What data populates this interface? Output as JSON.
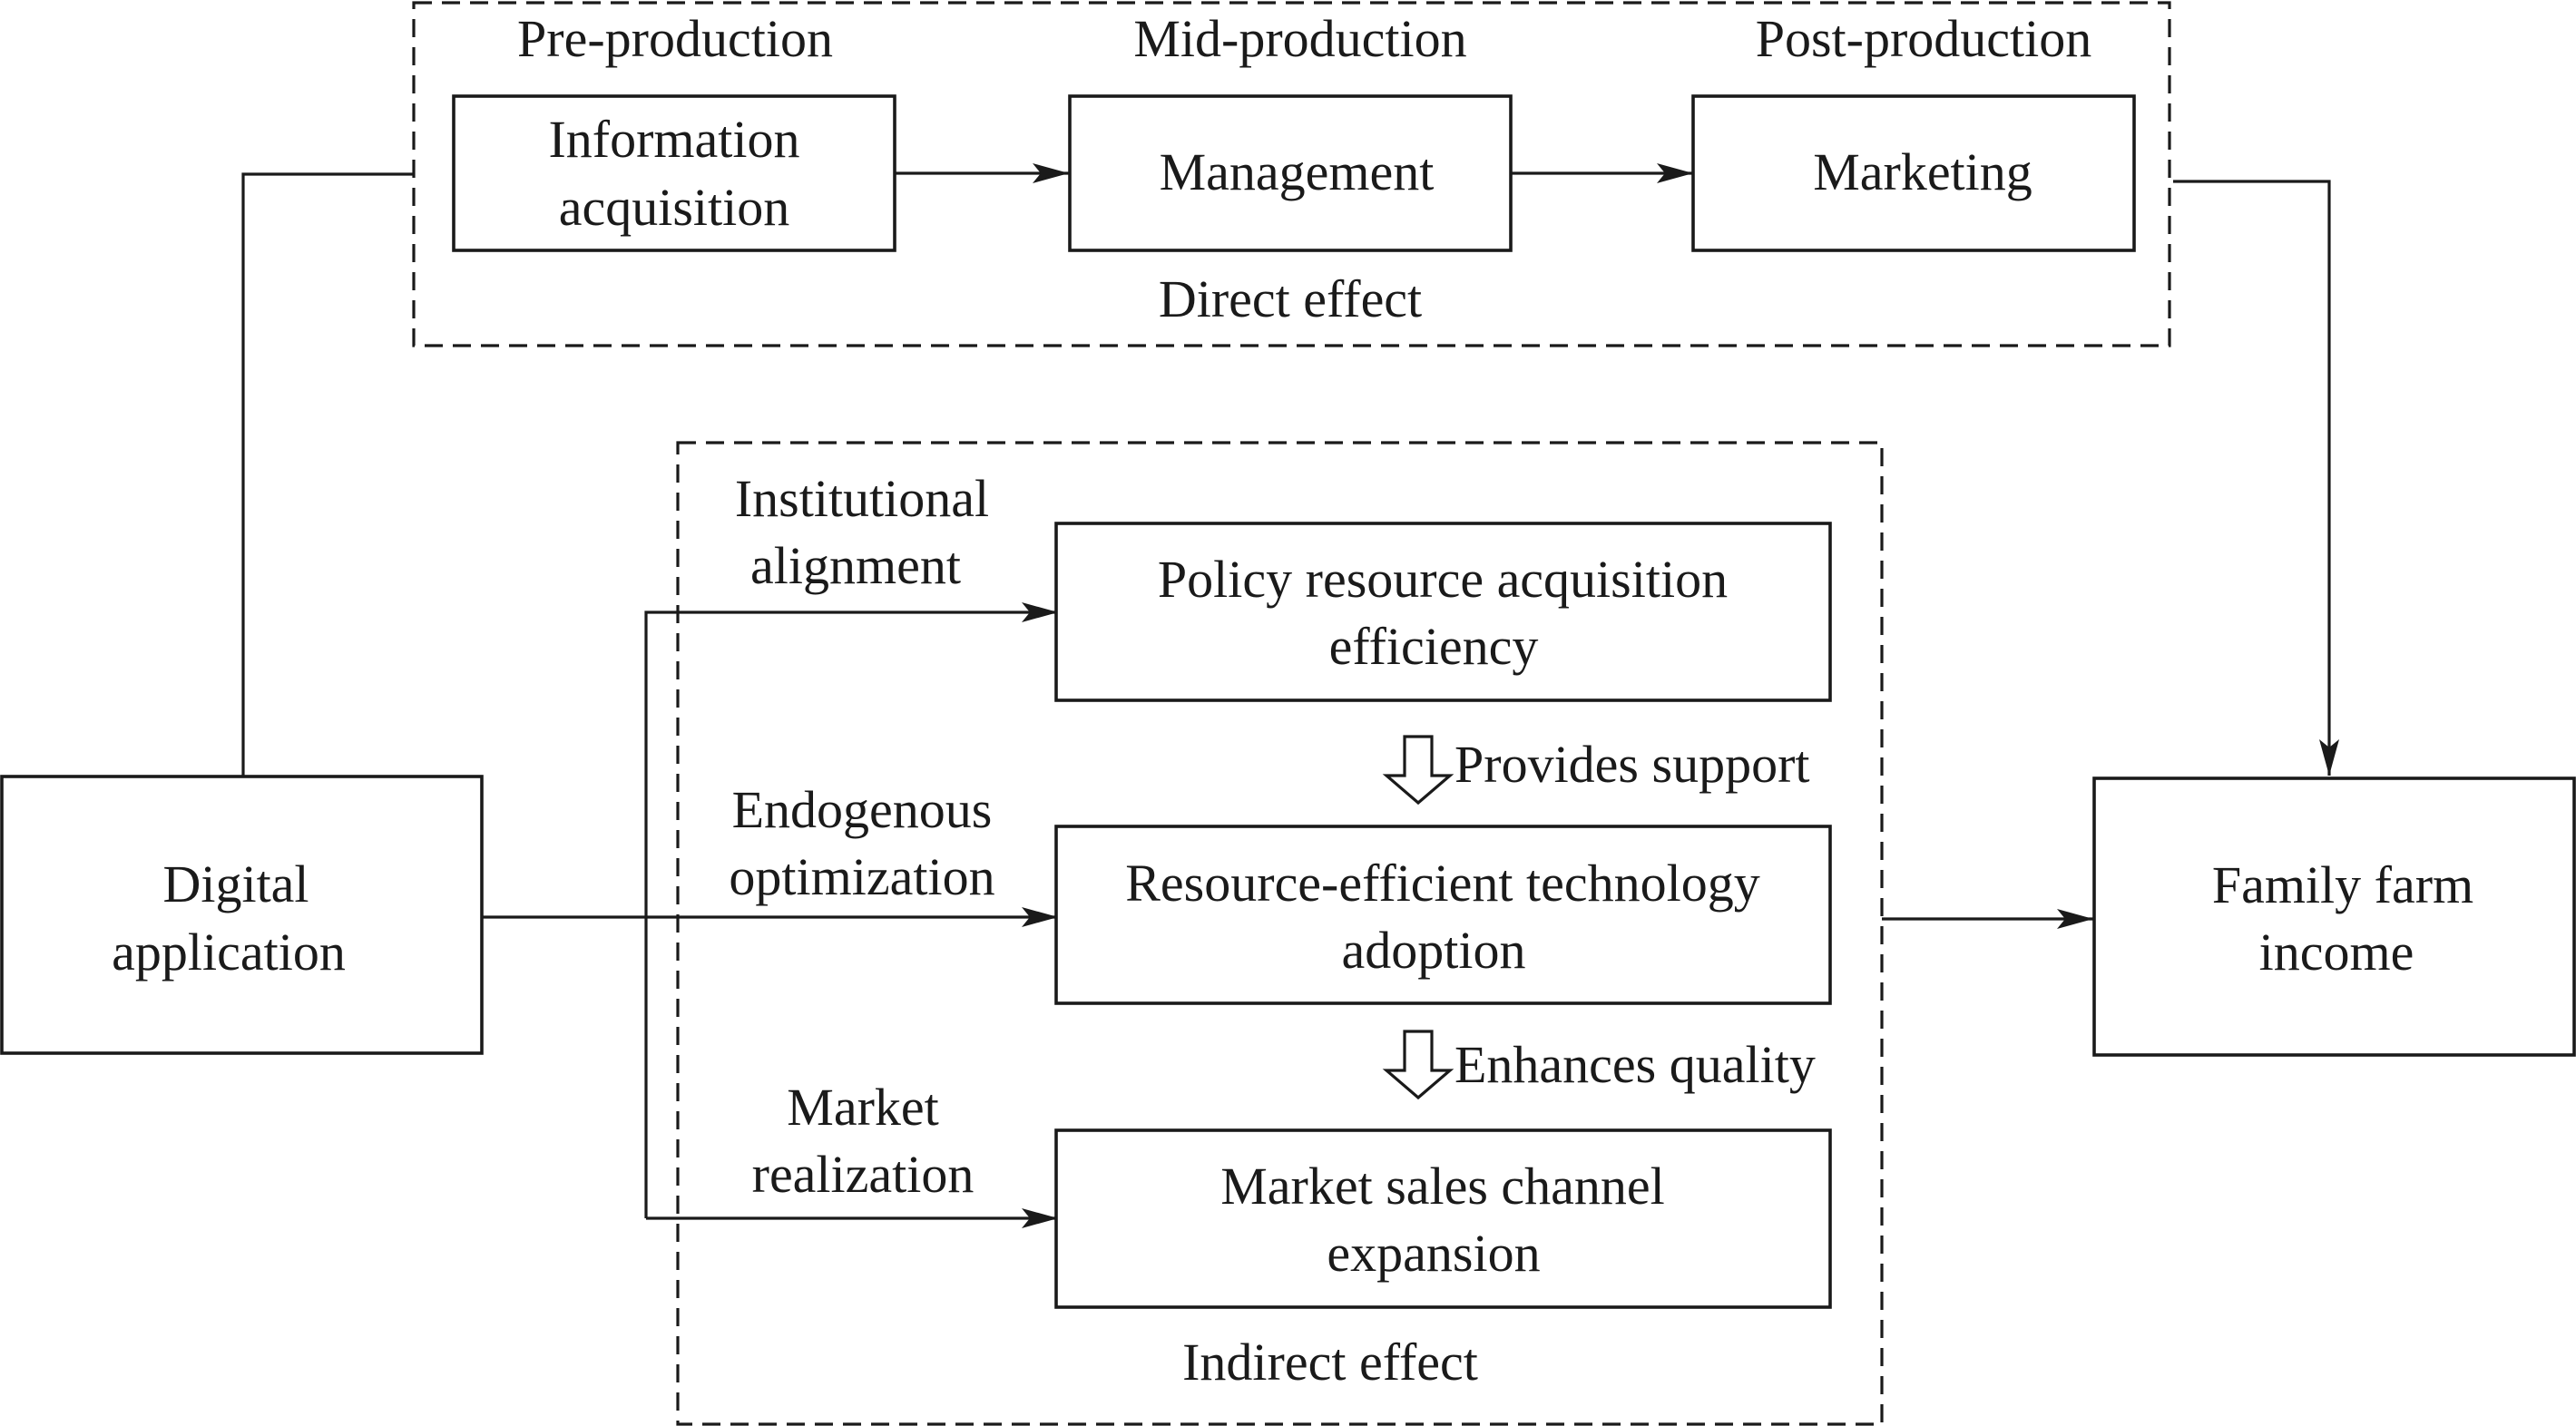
{
  "direct": {
    "stages": [
      "Pre-production",
      "Mid-production",
      "Post-production"
    ],
    "steps": [
      [
        "Information",
        "acquisition"
      ],
      [
        "Management"
      ],
      [
        "Marketing"
      ]
    ],
    "label": "Direct effect"
  },
  "source": [
    "Digital",
    "application"
  ],
  "target": [
    "Family farm",
    "income"
  ],
  "indirect": {
    "paths": [
      [
        "Institutional",
        "alignment"
      ],
      [
        "Endogenous",
        "optimization"
      ],
      [
        "Market",
        "realization"
      ]
    ],
    "mechanisms": [
      [
        "Policy resource acquisition",
        "efficiency"
      ],
      [
        "Resource-efficient technology",
        "adoption"
      ],
      [
        "Market sales channel",
        "expansion"
      ]
    ],
    "links": [
      "Provides support",
      "Enhances quality"
    ],
    "label": "Indirect effect"
  }
}
